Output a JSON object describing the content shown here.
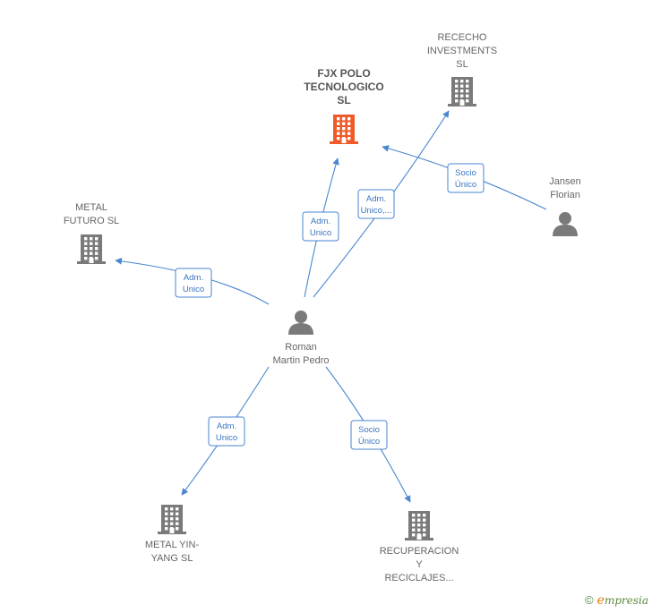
{
  "nodes": [
    {
      "id": "fjx",
      "type": "company",
      "highlight": true,
      "label": [
        "FJX POLO",
        "TECNOLOGICO",
        "SL"
      ]
    },
    {
      "id": "rececho",
      "type": "company",
      "highlight": false,
      "label": [
        "RECECHO",
        "INVESTMENTS",
        "SL"
      ]
    },
    {
      "id": "metal_futuro",
      "type": "company",
      "highlight": false,
      "label": [
        "METAL",
        "FUTURO SL"
      ]
    },
    {
      "id": "jansen",
      "type": "person",
      "highlight": false,
      "label": [
        "Jansen",
        "Florian"
      ]
    },
    {
      "id": "roman",
      "type": "person",
      "highlight": false,
      "label": [
        "Roman",
        "Martin Pedro"
      ]
    },
    {
      "id": "yin_yang",
      "type": "company",
      "highlight": false,
      "label": [
        "METAL YIN-",
        "YANG SL"
      ]
    },
    {
      "id": "recuperacion",
      "type": "company",
      "highlight": false,
      "label": [
        "RECUPERACION",
        "Y",
        "RECICLAJES..."
      ]
    }
  ],
  "edges": [
    {
      "from": "roman",
      "to": "fjx",
      "label": [
        "Adm.",
        "Unico"
      ]
    },
    {
      "from": "roman",
      "to": "rececho",
      "label": [
        "Adm.",
        "Unico,..."
      ]
    },
    {
      "from": "jansen",
      "to": "fjx",
      "label": [
        "Socio",
        "Único"
      ]
    },
    {
      "from": "roman",
      "to": "metal_futuro",
      "label": [
        "Adm.",
        "Unico"
      ]
    },
    {
      "from": "roman",
      "to": "yin_yang",
      "label": [
        "Adm.",
        "Unico"
      ]
    },
    {
      "from": "roman",
      "to": "recuperacion",
      "label": [
        "Socio",
        "Único"
      ]
    }
  ],
  "colors": {
    "edge": "#4a86cf",
    "company": "#7a7a7a",
    "highlight": "#f05a28",
    "person": "#7a7a7a"
  },
  "footer": {
    "copyright": "©",
    "brand_initial": "e",
    "brand_rest": "mpresia"
  }
}
